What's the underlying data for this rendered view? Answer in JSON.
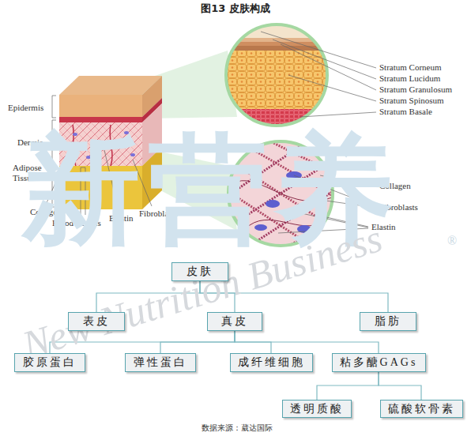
{
  "diagram": {
    "title": "图13 皮肤构成",
    "caption": "数据来源：葳达国际",
    "nodes": [
      {
        "text": [
          "皮肤"
        ]
      },
      {
        "text": [
          "表皮"
        ]
      },
      {
        "text": [
          "真皮"
        ]
      },
      {
        "text": [
          "脂肪"
        ]
      },
      {
        "text": [
          "胶原蛋白"
        ]
      },
      {
        "text": [
          "弹性蛋白"
        ]
      },
      {
        "text": [
          "成纤维细胞"
        ]
      },
      {
        "text": [
          "粘多醣GAGs"
        ]
      },
      {
        "text": [
          "透明质酸"
        ]
      },
      {
        "text": [
          "硫酸软骨素"
        ]
      }
    ],
    "edges": [
      {
        "from": 0,
        "to": 1,
        "arrow": "none"
      },
      {
        "from": 0,
        "to": 2,
        "arrow": "none"
      },
      {
        "from": 0,
        "to": 3,
        "arrow": "none"
      },
      {
        "from": 2,
        "to": 4,
        "arrow": "none"
      },
      {
        "from": 2,
        "to": 5,
        "arrow": "none"
      },
      {
        "from": 2,
        "to": 6,
        "arrow": "none"
      },
      {
        "from": 2,
        "to": 7,
        "arrow": "none"
      },
      {
        "from": 7,
        "to": 8,
        "arrow": "none"
      },
      {
        "from": 7,
        "to": 9,
        "arrow": "none"
      }
    ],
    "labels": [
      "Epidermis",
      "Dermis",
      "Adipose Tissue",
      "Collagen",
      "Blood Vessels",
      "Elastin",
      "Fibroblasts",
      "Stratum Corneum",
      "Stratum Lucidum",
      "Stratum Granulosum",
      "Stratum Spinosum",
      "Stratum Basale",
      "Collagen",
      "Fibroblasts",
      "Elastin",
      "新营养",
      "New Nutrition Business",
      "®"
    ]
  }
}
